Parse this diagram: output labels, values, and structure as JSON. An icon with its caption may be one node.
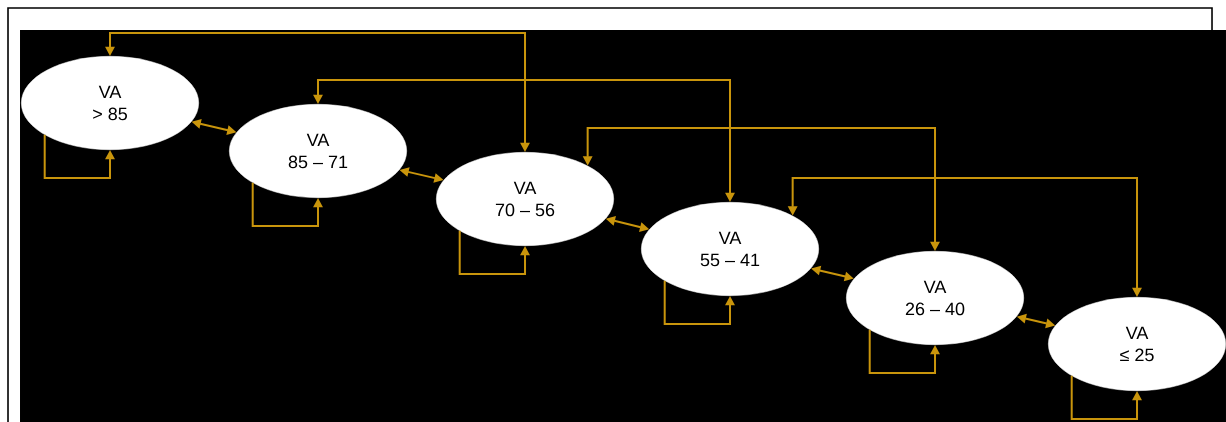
{
  "diagram": {
    "nodes": [
      {
        "text": [
          "VA",
          "> 85"
        ]
      },
      {
        "text": [
          "VA",
          "85 – 71"
        ]
      },
      {
        "text": [
          "VA",
          "70 – 56"
        ]
      },
      {
        "text": [
          "VA",
          "55 – 41"
        ]
      },
      {
        "text": [
          "VA",
          "26 – 40"
        ]
      },
      {
        "text": [
          "VA",
          "≤ 25"
        ]
      }
    ],
    "edges": [
      {
        "from": 0,
        "to": 0,
        "arrow": "to"
      },
      {
        "from": 1,
        "to": 1,
        "arrow": "to"
      },
      {
        "from": 2,
        "to": 2,
        "arrow": "to"
      },
      {
        "from": 3,
        "to": 3,
        "arrow": "to"
      },
      {
        "from": 4,
        "to": 4,
        "arrow": "to"
      },
      {
        "from": 5,
        "to": 5,
        "arrow": "to"
      },
      {
        "from": 0,
        "to": 1,
        "arrow": "both"
      },
      {
        "from": 1,
        "to": 2,
        "arrow": "both"
      },
      {
        "from": 2,
        "to": 3,
        "arrow": "both"
      },
      {
        "from": 3,
        "to": 4,
        "arrow": "both"
      },
      {
        "from": 4,
        "to": 5,
        "arrow": "both"
      },
      {
        "from": 0,
        "to": 2,
        "arrow": "both"
      },
      {
        "from": 1,
        "to": 3,
        "arrow": "both"
      },
      {
        "from": 2,
        "to": 4,
        "arrow": "both"
      },
      {
        "from": 3,
        "to": 5,
        "arrow": "both"
      }
    ]
  }
}
